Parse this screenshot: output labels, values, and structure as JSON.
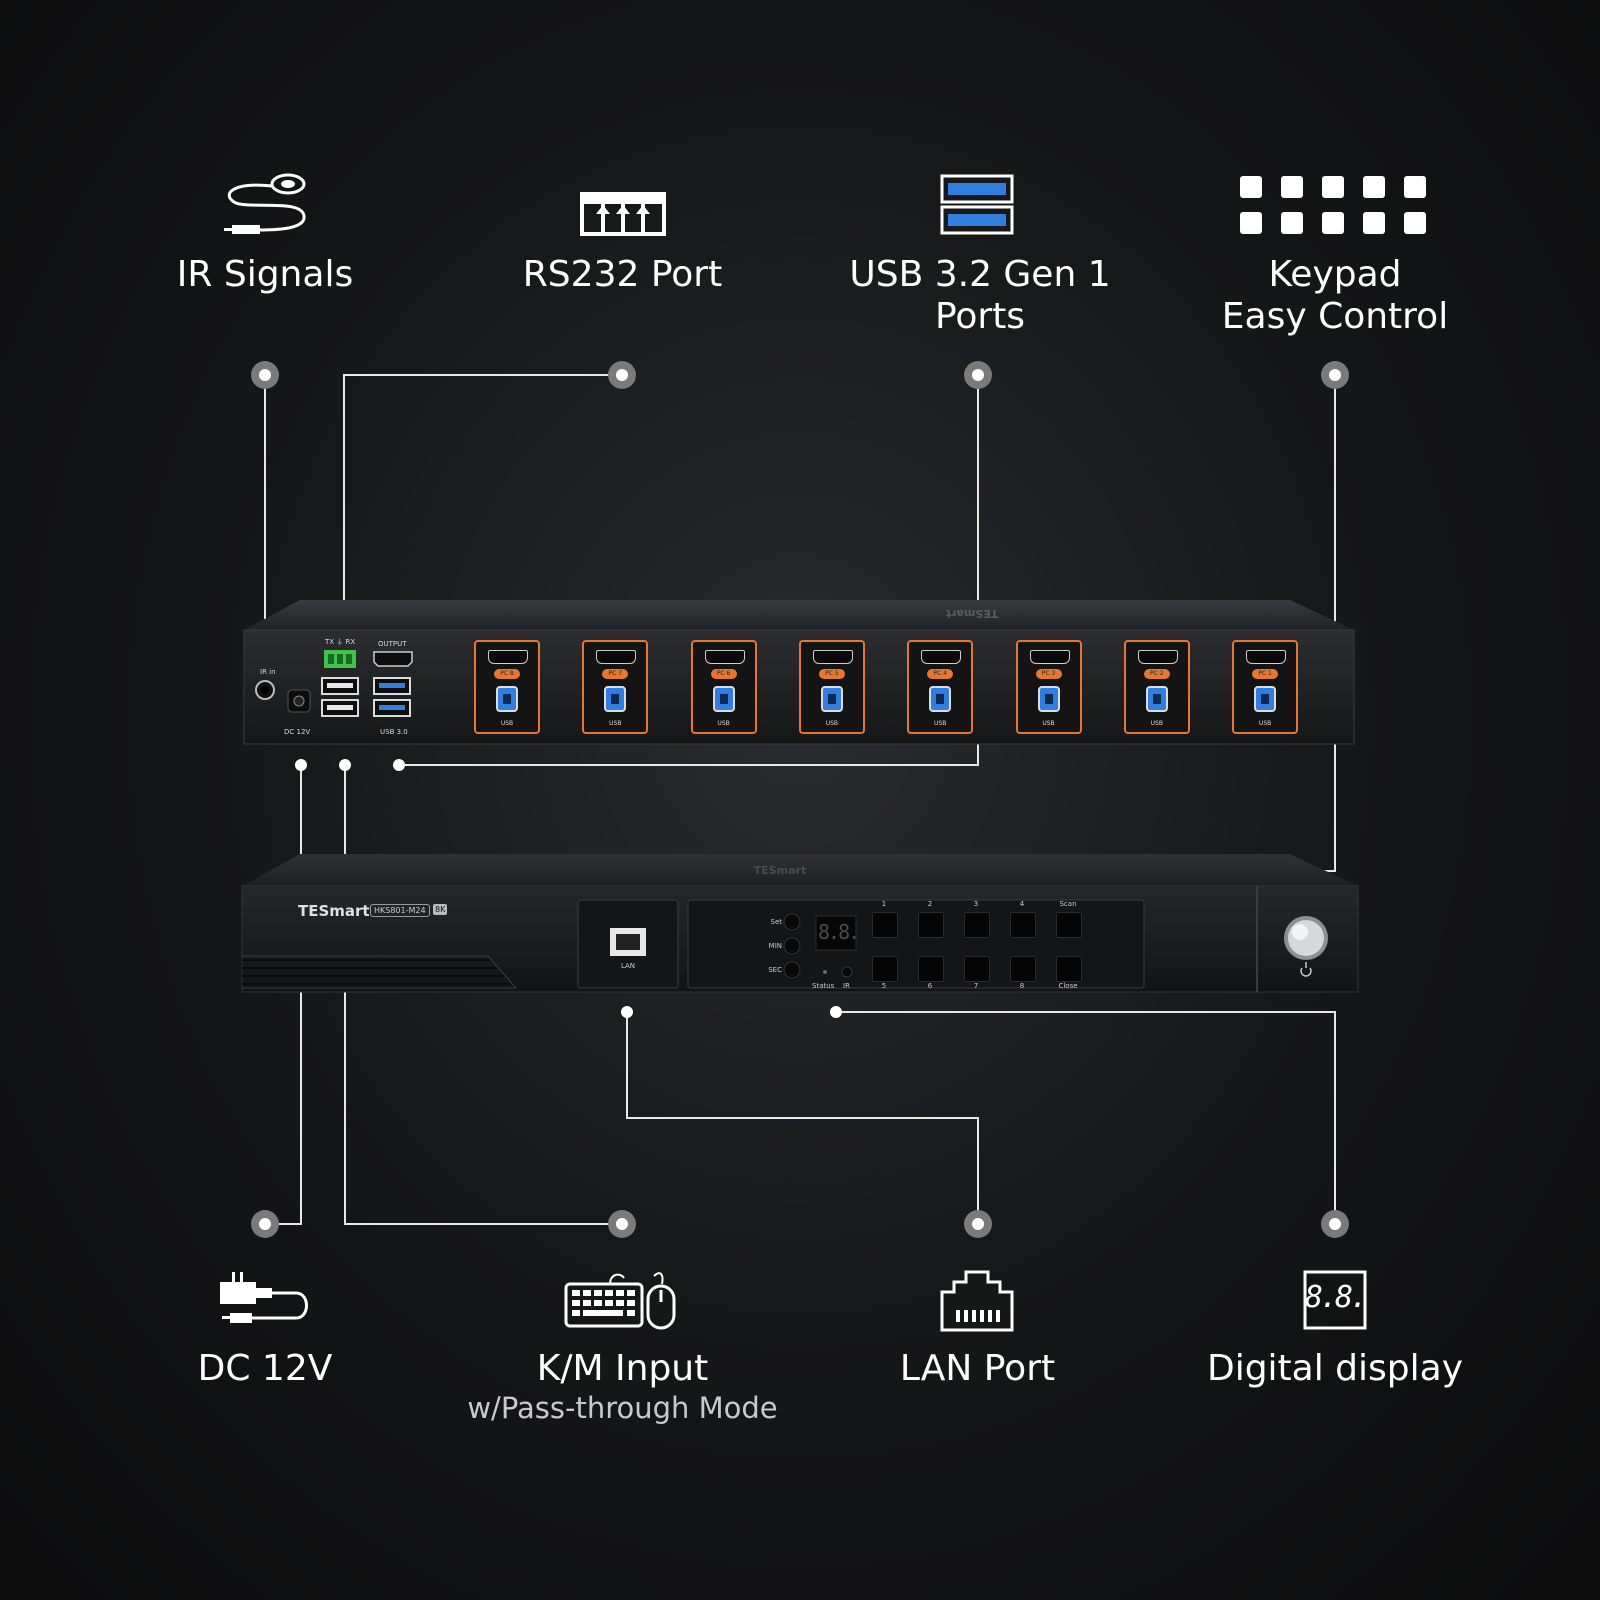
{
  "features_top": [
    {
      "label": "IR Signals",
      "sub": "",
      "icon": "ir-receiver-cable-icon"
    },
    {
      "label": "RS232 Port",
      "sub": "",
      "icon": "rs232-terminal-icon"
    },
    {
      "label": "USB 3.2 Gen 1",
      "label2": "Ports",
      "icon": "usb-ports-icon"
    },
    {
      "label": "Keypad",
      "label2": "Easy Control",
      "icon": "keypad-grid-icon"
    }
  ],
  "features_bottom": [
    {
      "label": "DC 12V",
      "sub": "",
      "icon": "power-adapter-icon"
    },
    {
      "label": "K/M Input",
      "sub": "w/Pass-through Mode",
      "icon": "keyboard-mouse-icon"
    },
    {
      "label": "LAN Port",
      "sub": "",
      "icon": "ethernet-port-icon"
    },
    {
      "label": "Digital display",
      "sub": "",
      "icon": "digital-display-icon"
    }
  ],
  "rear_panel": {
    "ir_label": "IR in",
    "dc_label": "DC 12V",
    "rs232_label": "TX ⏚ RX",
    "output_label": "OUTPUT",
    "usb_label": "USB 3.0",
    "brand_top": "TESmart",
    "ports": [
      "PC 8",
      "PC 7",
      "PC 6",
      "PC 5",
      "PC 4",
      "PC 3",
      "PC 2",
      "PC 1"
    ],
    "port_usb_label": "USB"
  },
  "front_panel": {
    "brand": "TESmart",
    "model": "HKS801-M24",
    "badge": "8K",
    "lan_label": "LAN",
    "buttons_left": [
      "Set",
      "MIN",
      "SEC"
    ],
    "display_value": "8.8.",
    "status_label": "Status",
    "ir_label": "IR",
    "keys_top_labels": [
      "1",
      "2",
      "3",
      "4",
      "Scan"
    ],
    "keys_bottom_labels": [
      "5",
      "6",
      "7",
      "8",
      "Close"
    ],
    "digital_icon_text": "8.8."
  },
  "colors": {
    "accent_orange": "#e8772e",
    "usb_blue": "#2f7ee0",
    "rs232_green": "#3fc24a"
  }
}
